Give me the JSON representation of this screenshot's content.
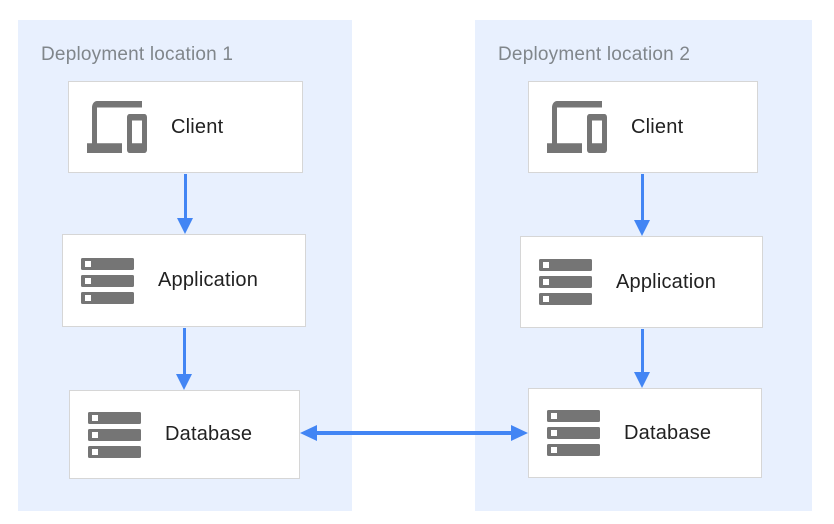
{
  "diagram": {
    "panels": [
      {
        "title": "Deployment location 1",
        "nodes": [
          {
            "label": "Client",
            "icon": "devices-icon"
          },
          {
            "label": "Application",
            "icon": "server-stack-icon"
          },
          {
            "label": "Database",
            "icon": "server-stack-icon"
          }
        ]
      },
      {
        "title": "Deployment location 2",
        "nodes": [
          {
            "label": "Client",
            "icon": "devices-icon"
          },
          {
            "label": "Application",
            "icon": "server-stack-icon"
          },
          {
            "label": "Database",
            "icon": "server-stack-icon"
          }
        ]
      }
    ],
    "connections": [
      {
        "from": "client-1",
        "to": "application-1",
        "style": "arrow-down"
      },
      {
        "from": "application-1",
        "to": "database-1",
        "style": "arrow-down"
      },
      {
        "from": "client-2",
        "to": "application-2",
        "style": "arrow-down"
      },
      {
        "from": "application-2",
        "to": "database-2",
        "style": "arrow-down"
      },
      {
        "from": "database-1",
        "to": "database-2",
        "style": "arrow-bidirectional"
      }
    ],
    "colors": {
      "panel_background": "#e8f0fe",
      "node_background": "#ffffff",
      "node_border": "#d6d6d6",
      "arrow": "#4285f4",
      "icon": "#757575",
      "panel_title": "#80868b",
      "node_label": "#212121"
    }
  }
}
